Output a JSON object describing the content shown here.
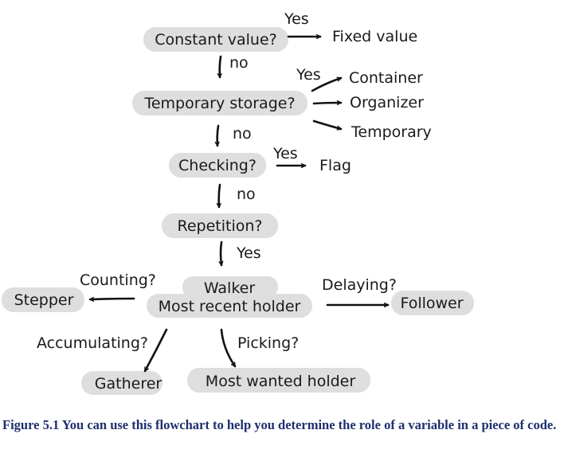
{
  "nodes": {
    "constant_value": "Constant value?",
    "fixed_value": "Fixed value",
    "temporary_storage": "Temporary storage?",
    "container": "Container",
    "organizer": "Organizer",
    "temporary": "Temporary",
    "checking": "Checking?",
    "flag": "Flag",
    "repetition": "Repetition?",
    "walker": "Walker",
    "most_recent_holder": "Most recent holder",
    "stepper": "Stepper",
    "follower": "Follower",
    "gatherer": "Gatherer",
    "most_wanted_holder": "Most wanted holder"
  },
  "edge_labels": {
    "yes_fixed": "Yes",
    "no_1": "no",
    "yes_container": "Yes",
    "no_2": "no",
    "yes_flag": "Yes",
    "no_3": "no",
    "yes_walker": "Yes",
    "counting": "Counting?",
    "delaying": "Delaying?",
    "accumulating": "Accumulating?",
    "picking": "Picking?"
  },
  "caption": "Figure 5.1 You can use this flowchart to help you determine the role of a variable in a piece of code.",
  "colors": {
    "node_fill": "#dedede",
    "ink": "#111111",
    "caption": "#1f2f6e"
  }
}
